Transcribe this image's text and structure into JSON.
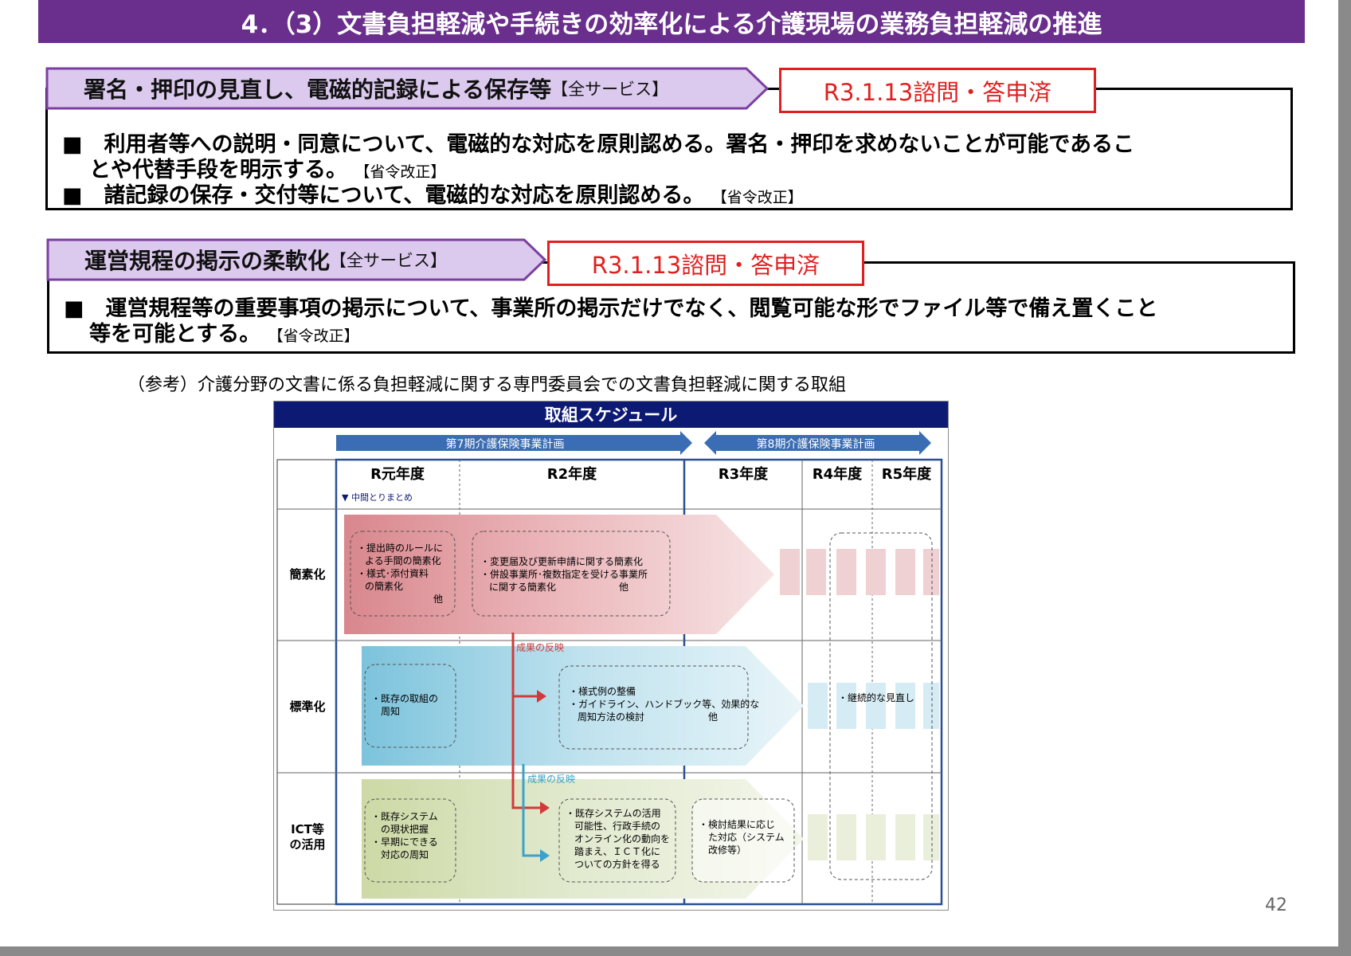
{
  "slide": {
    "title": "4．（3）文書負担軽減や手続きの効率化による介護現場の業務負担軽減の推進",
    "page_number": "42"
  },
  "section1": {
    "heading": "署名・押印の見直し、電磁的記録による保存等",
    "scope": "【全サービス】",
    "status": "R3.1.13諮問・答申済",
    "bullet1_line1": "■　利用者等への説明・同意について、電磁的な対応を原則認める。署名・押印を求めないことが可能であるこ",
    "bullet1_line2": "とや代替手段を明示する。",
    "bullet1_tag": "【省令改正】",
    "bullet2": "■　諸記録の保存・交付等について、電磁的な対応を原則認める。",
    "bullet2_tag": "【省令改正】"
  },
  "section2": {
    "heading": "運営規程の掲示の柔軟化",
    "scope": "【全サービス】",
    "status": "R3.1.13諮問・答申済",
    "bullet1_line1": "■　運営規程等の重要事項の掲示について、事業所の掲示だけでなく、閲覧可能な形でファイル等で備え置くこと",
    "bullet1_line2": "等を可能とする。",
    "bullet1_tag": "【省令改正】"
  },
  "reference_caption": "（参考）介護分野の文書に係る負担軽減に関する専門委員会での文書負担軽減に関する取組",
  "schedule": {
    "title": "取組スケジュール",
    "plan7": "第7期介護保険事業計画",
    "plan8": "第8期介護保険事業計画",
    "years": [
      "R元年度",
      "R2年度",
      "R3年度",
      "R4年度",
      "R5年度"
    ],
    "milestone": "▼ 中間とりまとめ",
    "rows": [
      "簡素化",
      "標準化",
      "ICT等",
      "の活用"
    ],
    "reflect1": "成果の反映",
    "reflect2": "成果の反映",
    "simplify": {
      "box1": [
        "・提出時のルールに",
        "よる手間の簡素化",
        "・様式･添付資料",
        "の簡素化",
        "他"
      ],
      "box2": [
        "・変更届及び更新申請に関する簡素化",
        "・併設事業所･複数指定を受ける事業所",
        "に関する簡素化",
        "他"
      ]
    },
    "standardize": {
      "box1": [
        "・既存の取組の",
        "周知"
      ],
      "box2": [
        "・様式例の整備",
        "・ガイドライン、ハンドブック等、効果的な",
        "周知方法の検討",
        "他"
      ],
      "continuous": "・継続的な見直し"
    },
    "ict": {
      "box1": [
        "・既存システム",
        "の現状把握",
        "・早期にできる",
        "対応の周知"
      ],
      "box2": [
        "・既存システムの活用",
        "可能性、行政手続の",
        "オンライン化の動向を",
        "踏まえ、ＩＣＴ化に",
        "ついての方針を得る"
      ],
      "box3": [
        "・検討結果に応じ",
        "た対応（システム",
        "改修等）"
      ]
    }
  },
  "colors": {
    "title_bg": "#6a2e8c",
    "pentagon_fill": "#dcc9ee",
    "pentagon_border": "#7b3fa0",
    "status_red": "#e02020",
    "schedule_navy": "#0d1a73",
    "plan_arrow": "#3a6db3",
    "simplify_fill": "#e6a9ad",
    "standardize_fill": "#a8d6e8",
    "ict_fill": "#d7e3bb",
    "reflect_red": "#d23a3a",
    "reflect_blue": "#3aa2cc"
  }
}
